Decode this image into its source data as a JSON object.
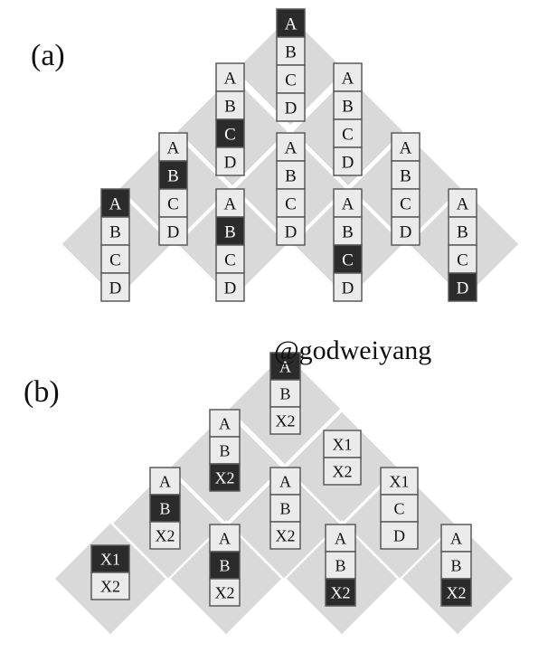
{
  "colors": {
    "background": "#ffffff",
    "diamond_fill": "#d9d9d9",
    "diamond_gap": "#ffffff",
    "cell_fill": "#ebebeb",
    "cell_border": "#5a5a5a",
    "highlight_fill": "#2b2b2b",
    "highlight_text": "#ffffff",
    "text": "#111111"
  },
  "watermark": "@godweiyang",
  "panels": [
    {
      "label": "(a)",
      "stacks": [
        {
          "cells": [
            {
              "text": "A",
              "hl": true
            },
            {
              "text": "B"
            },
            {
              "text": "C"
            },
            {
              "text": "D"
            }
          ]
        },
        {
          "cells": [
            {
              "text": "A"
            },
            {
              "text": "B"
            },
            {
              "text": "C",
              "hl": true
            },
            {
              "text": "D"
            }
          ]
        },
        {
          "cells": [
            {
              "text": "A"
            },
            {
              "text": "B"
            },
            {
              "text": "C"
            },
            {
              "text": "D"
            }
          ]
        },
        {
          "cells": [
            {
              "text": "A"
            },
            {
              "text": "B",
              "hl": true
            },
            {
              "text": "C"
            },
            {
              "text": "D"
            }
          ]
        },
        {
          "cells": [
            {
              "text": "A"
            },
            {
              "text": "B"
            },
            {
              "text": "C"
            },
            {
              "text": "D"
            }
          ]
        },
        {
          "cells": [
            {
              "text": "A"
            },
            {
              "text": "B"
            },
            {
              "text": "C"
            },
            {
              "text": "D"
            }
          ]
        },
        {
          "cells": [
            {
              "text": "A",
              "hl": true
            },
            {
              "text": "B"
            },
            {
              "text": "C"
            },
            {
              "text": "D"
            }
          ]
        },
        {
          "cells": [
            {
              "text": "A"
            },
            {
              "text": "B",
              "hl": true
            },
            {
              "text": "C"
            },
            {
              "text": "D"
            }
          ]
        },
        {
          "cells": [
            {
              "text": "A"
            },
            {
              "text": "B"
            },
            {
              "text": "C",
              "hl": true
            },
            {
              "text": "D"
            }
          ]
        },
        {
          "cells": [
            {
              "text": "A"
            },
            {
              "text": "B"
            },
            {
              "text": "C"
            },
            {
              "text": "D",
              "hl": true
            }
          ]
        }
      ]
    },
    {
      "label": "(b)",
      "stacks": [
        {
          "cells": [
            {
              "text": "A",
              "hl": true
            },
            {
              "text": "B"
            },
            {
              "text": "X2"
            }
          ]
        },
        {
          "cells": [
            {
              "text": "A"
            },
            {
              "text": "B"
            },
            {
              "text": "X2",
              "hl": true
            }
          ]
        },
        {
          "cells": [
            {
              "text": "X1"
            },
            {
              "text": "X2"
            }
          ]
        },
        {
          "cells": [
            {
              "text": "A"
            },
            {
              "text": "B",
              "hl": true
            },
            {
              "text": "X2"
            }
          ]
        },
        {
          "cells": [
            {
              "text": "A"
            },
            {
              "text": "B"
            },
            {
              "text": "X2"
            }
          ]
        },
        {
          "cells": [
            {
              "text": "X1"
            },
            {
              "text": "C"
            },
            {
              "text": "D"
            }
          ]
        },
        {
          "cells": [
            {
              "text": "X1",
              "hl": true
            },
            {
              "text": "X2"
            }
          ]
        },
        {
          "cells": [
            {
              "text": "A"
            },
            {
              "text": "B",
              "hl": true
            },
            {
              "text": "X2"
            }
          ]
        },
        {
          "cells": [
            {
              "text": "A"
            },
            {
              "text": "B"
            },
            {
              "text": "X2",
              "hl": true
            }
          ]
        },
        {
          "cells": [
            {
              "text": "A"
            },
            {
              "text": "B"
            },
            {
              "text": "X2",
              "hl": true
            }
          ]
        }
      ]
    }
  ]
}
